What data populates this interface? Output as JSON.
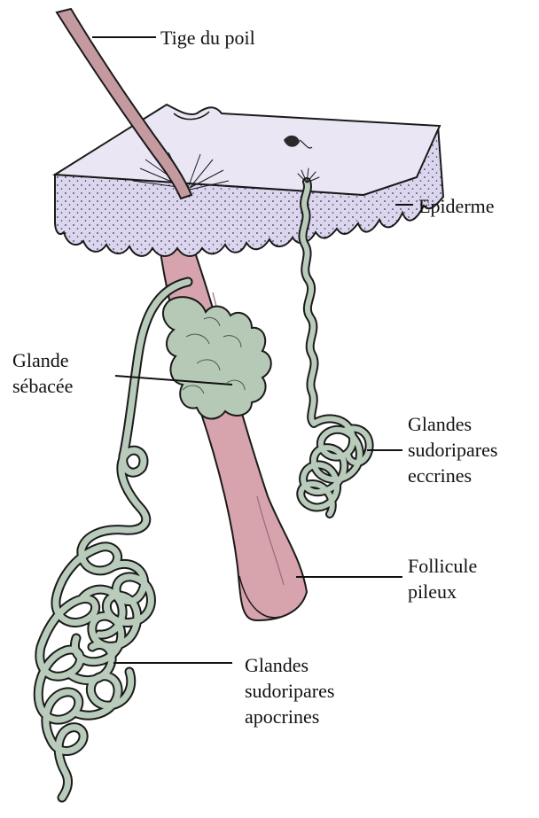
{
  "labels": {
    "hair_shaft": "Tige du poil",
    "epidermis": "Epiderme",
    "sebaceous_gland": [
      "Glande",
      "sébacée"
    ],
    "eccrine_glands": [
      "Glandes",
      "sudoripares",
      "eccrines"
    ],
    "hair_follicle": [
      "Follicule",
      "pileux"
    ],
    "apocrine_glands": [
      "Glandes",
      "sudoripares",
      "apocrines"
    ]
  },
  "colors": {
    "skin_top": "#e9e4f3",
    "epidermis_dots": "#d9d2ec",
    "follicle": "#d7a3ad",
    "gland": "#b6c9b6",
    "hair": "#c49aa0",
    "outline": "#1a1a1a"
  }
}
